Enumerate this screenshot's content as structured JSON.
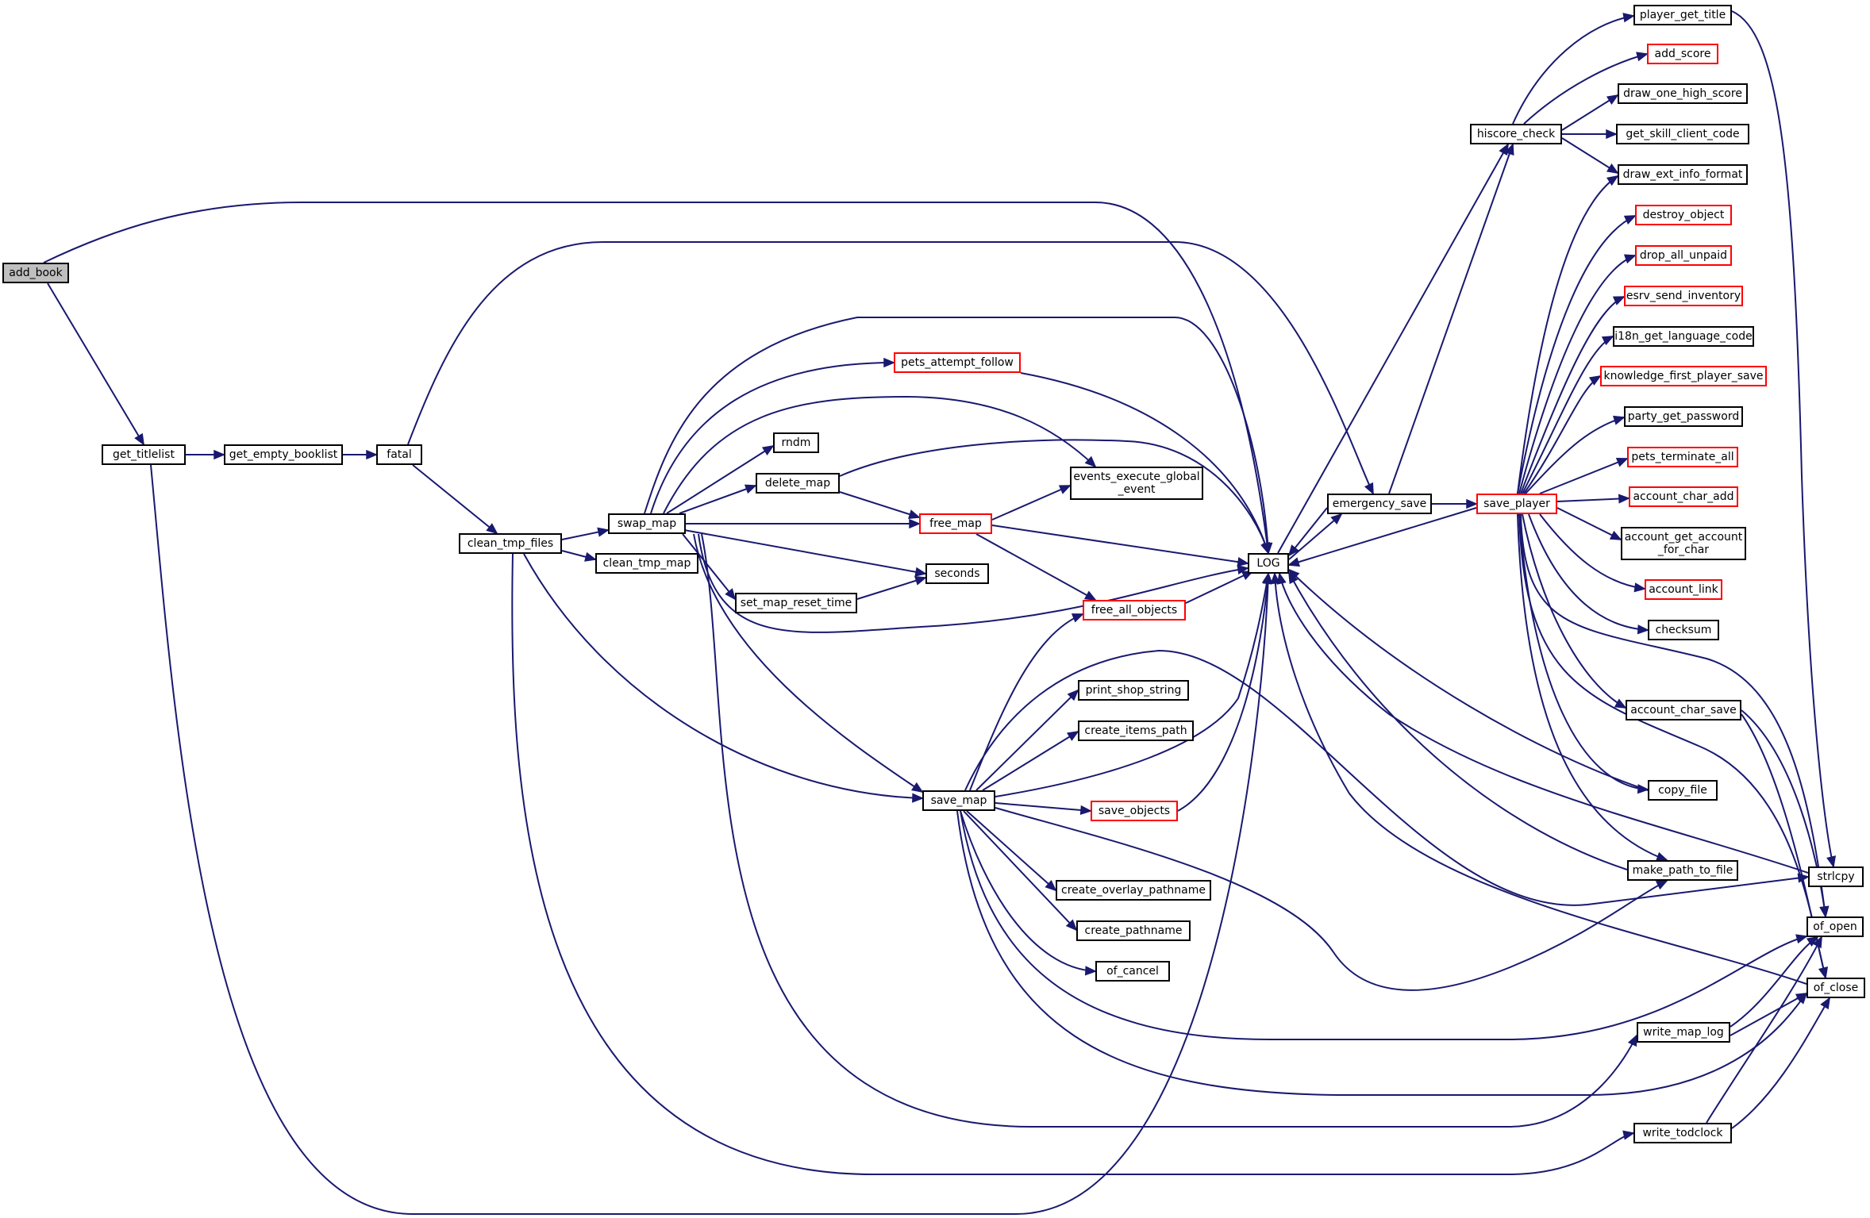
{
  "colors": {
    "edge": "#191970",
    "node_border": "#000000",
    "truncated_border": "#ff0000",
    "root_fill": "#bfbfbf"
  },
  "nodes": {
    "add_book": {
      "label": "add_book",
      "interactable": false
    },
    "get_titlelist": {
      "label": "get_titlelist"
    },
    "get_empty_booklist": {
      "label": "get_empty_booklist"
    },
    "fatal": {
      "label": "fatal"
    },
    "clean_tmp_files": {
      "label": "clean_tmp_files"
    },
    "swap_map": {
      "label": "swap_map"
    },
    "clean_tmp_map": {
      "label": "clean_tmp_map"
    },
    "pets_attempt_follow": {
      "label": "pets_attempt_follow",
      "truncated": true
    },
    "rndm": {
      "label": "rndm"
    },
    "delete_map": {
      "label": "delete_map"
    },
    "events_execute_global_event": {
      "label": "events_execute_global\n_event"
    },
    "free_map": {
      "label": "free_map",
      "truncated": true
    },
    "seconds": {
      "label": "seconds"
    },
    "set_map_reset_time": {
      "label": "set_map_reset_time"
    },
    "free_all_objects": {
      "label": "free_all_objects",
      "truncated": true
    },
    "print_shop_string": {
      "label": "print_shop_string"
    },
    "create_items_path": {
      "label": "create_items_path"
    },
    "save_map": {
      "label": "save_map"
    },
    "save_objects": {
      "label": "save_objects",
      "truncated": true
    },
    "create_overlay_pathname": {
      "label": "create_overlay_pathname"
    },
    "create_pathname": {
      "label": "create_pathname"
    },
    "of_cancel": {
      "label": "of_cancel"
    },
    "LOG": {
      "label": "LOG"
    },
    "emergency_save": {
      "label": "emergency_save"
    },
    "save_player": {
      "label": "save_player",
      "truncated": true
    },
    "hiscore_check": {
      "label": "hiscore_check"
    },
    "player_get_title": {
      "label": "player_get_title"
    },
    "add_score": {
      "label": "add_score",
      "truncated": true
    },
    "draw_one_high_score": {
      "label": "draw_one_high_score"
    },
    "get_skill_client_code": {
      "label": "get_skill_client_code"
    },
    "draw_ext_info_format": {
      "label": "draw_ext_info_format"
    },
    "destroy_object": {
      "label": "destroy_object",
      "truncated": true
    },
    "drop_all_unpaid": {
      "label": "drop_all_unpaid",
      "truncated": true
    },
    "esrv_send_inventory": {
      "label": "esrv_send_inventory",
      "truncated": true
    },
    "i18n_get_language_code": {
      "label": "i18n_get_language_code"
    },
    "knowledge_first_player_save": {
      "label": "knowledge_first_player_save",
      "truncated": true
    },
    "party_get_password": {
      "label": "party_get_password"
    },
    "pets_terminate_all": {
      "label": "pets_terminate_all",
      "truncated": true
    },
    "account_char_add": {
      "label": "account_char_add",
      "truncated": true
    },
    "account_get_account_for_char": {
      "label": "account_get_account\n_for_char"
    },
    "account_link": {
      "label": "account_link",
      "truncated": true
    },
    "checksum": {
      "label": "checksum"
    },
    "account_char_save": {
      "label": "account_char_save"
    },
    "copy_file": {
      "label": "copy_file"
    },
    "make_path_to_file": {
      "label": "make_path_to_file"
    },
    "strlcpy": {
      "label": "strlcpy"
    },
    "of_open": {
      "label": "of_open"
    },
    "of_close": {
      "label": "of_close"
    },
    "write_map_log": {
      "label": "write_map_log"
    },
    "write_todclock": {
      "label": "write_todclock"
    }
  }
}
